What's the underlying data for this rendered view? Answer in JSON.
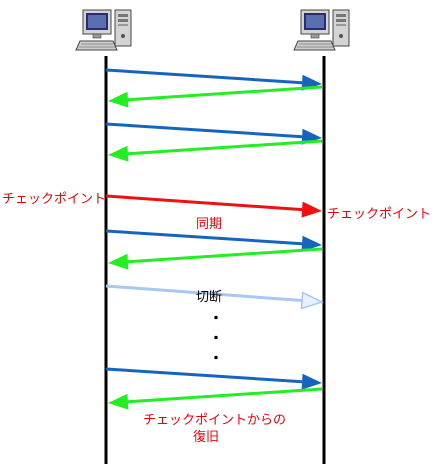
{
  "colors": {
    "request": "#1565c0",
    "response": "#22ee22",
    "checkpoint": "#ee1111",
    "disconnected": "#a8c8f0",
    "lifeline": "#000000",
    "label_red": "#e8000b"
  },
  "nodes": {
    "left_icon": "computer-icon",
    "right_icon": "computer-icon"
  },
  "labels": {
    "left_checkpoint": "チェックポイント",
    "right_checkpoint": "チェックポイント",
    "sync": "同期",
    "disconnect": "切断",
    "ellipsis": "・",
    "recovery_line1": "チェックポイントからの",
    "recovery_line2": "復旧"
  }
}
